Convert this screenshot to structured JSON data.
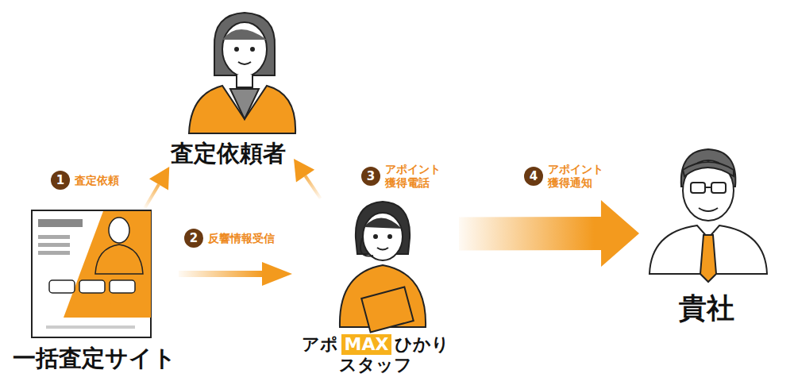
{
  "diagram": {
    "nodes": [
      {
        "text": [
          "査定依頼者"
        ]
      },
      {
        "text": [
          "一括査定サイト"
        ]
      },
      {
        "text": [
          "アポ",
          "MAX",
          "ひかり",
          "スタッフ"
        ]
      },
      {
        "text": [
          "貴社"
        ]
      }
    ],
    "edges": [
      {
        "from": 1,
        "to": 0,
        "arrow": "to",
        "label": "査定依頼"
      },
      {
        "from": 1,
        "to": 2,
        "arrow": "to",
        "label": "反響情報受信"
      },
      {
        "from": 2,
        "to": 0,
        "arrow": "to",
        "label": "アポイント 獲得電話"
      },
      {
        "from": 2,
        "to": 3,
        "arrow": "to",
        "label": "アポイント 獲得通知"
      }
    ],
    "labels": [
      "1",
      "2",
      "3",
      "4"
    ]
  }
}
